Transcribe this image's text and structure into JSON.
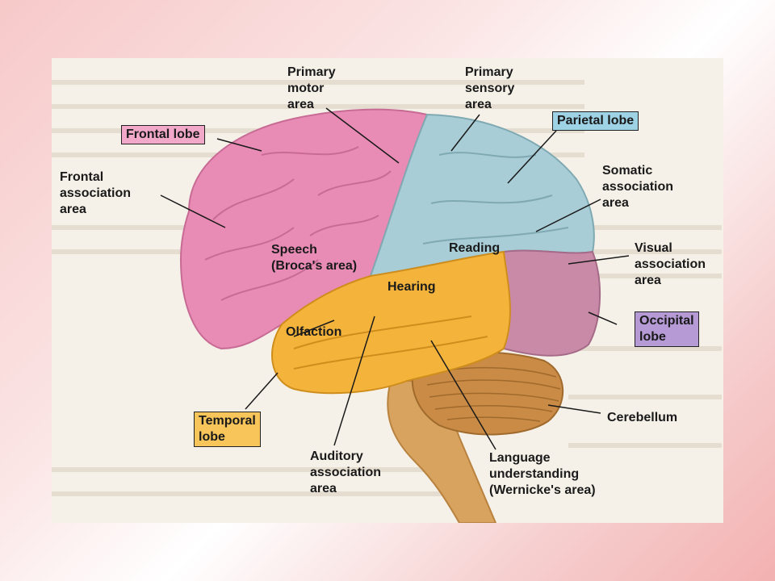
{
  "labels": {
    "primary_motor_area": [
      "Primary",
      "motor",
      "area"
    ],
    "primary_sensory_area": [
      "Primary",
      "sensory",
      "area"
    ],
    "frontal_lobe": "Frontal lobe",
    "parietal_lobe": "Parietal lobe",
    "frontal_association_area": [
      "Frontal",
      "association",
      "area"
    ],
    "somatic_association_area": [
      "Somatic",
      "association",
      "area"
    ],
    "speech": [
      "Speech",
      "(Broca's area)"
    ],
    "reading": "Reading",
    "visual_association_area": [
      "Visual",
      "association",
      "area"
    ],
    "hearing": "Hearing",
    "olfaction": "Olfaction",
    "occipital_lobe": [
      "Occipital",
      "lobe"
    ],
    "temporal_lobe": [
      "Temporal",
      "lobe"
    ],
    "cerebellum": "Cerebellum",
    "auditory_association_area": [
      "Auditory",
      "association",
      "area"
    ],
    "language_understanding": [
      "Language",
      "understanding",
      "(Wernicke's area)"
    ]
  },
  "colors": {
    "frontal_lobe": "#e88bb5",
    "parietal_lobe": "#a9cdd6",
    "temporal_lobe": "#f4b43c",
    "occipital_lobe": "#c98aa8",
    "cerebellum": "#c98b45",
    "brainstem": "#d7a35e",
    "frontal_label_bg": "#f2a8c9",
    "parietal_label_bg": "#9ed3e6",
    "occipital_label_bg": "#b59ad6",
    "temporal_label_bg": "#f7c55a"
  }
}
